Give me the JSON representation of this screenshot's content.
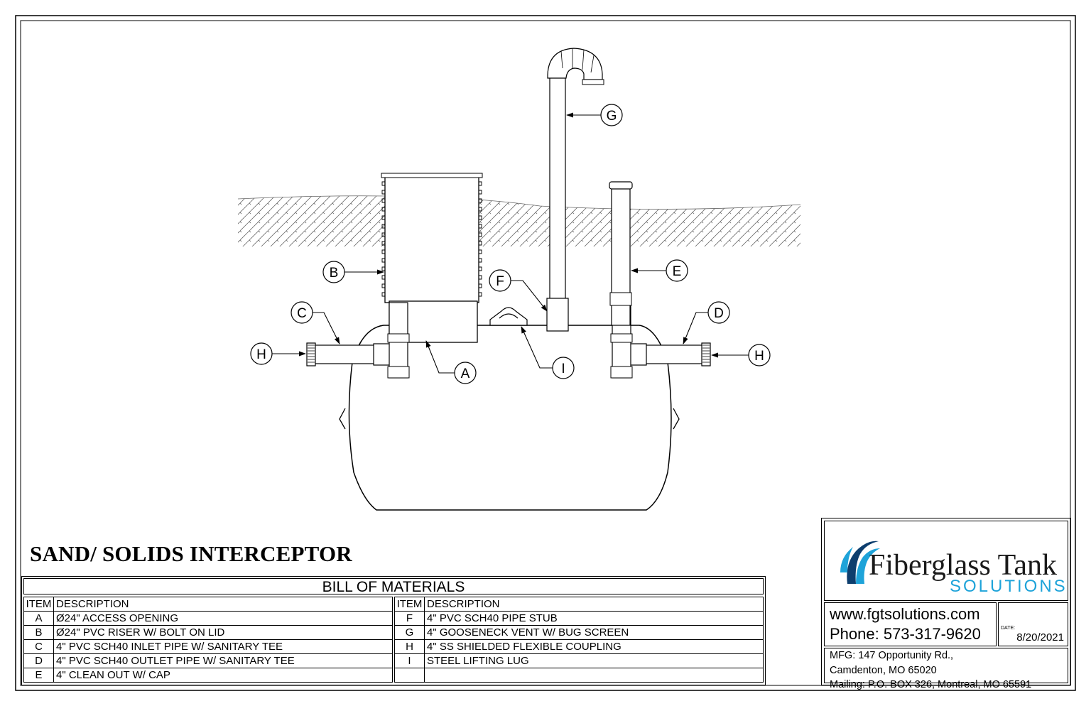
{
  "drawing": {
    "title": "SAND/ SOLIDS INTERCEPTOR",
    "callouts": [
      "A",
      "B",
      "C",
      "D",
      "E",
      "F",
      "G",
      "H",
      "I"
    ]
  },
  "bom": {
    "title": "BILL OF MATERIALS",
    "col_item": "ITEM",
    "col_desc": "DESCRIPTION",
    "left": [
      {
        "item": "A",
        "desc": "Ø24\" ACCESS OPENING"
      },
      {
        "item": "B",
        "desc": "Ø24\" PVC RISER W/ BOLT ON LID"
      },
      {
        "item": "C",
        "desc": "4\" PVC SCH40 INLET PIPE W/ SANITARY TEE"
      },
      {
        "item": "D",
        "desc": "4\" PVC SCH40 OUTLET PIPE W/ SANITARY TEE"
      },
      {
        "item": "E",
        "desc": "4\" CLEAN OUT W/ CAP"
      }
    ],
    "right": [
      {
        "item": "F",
        "desc": "4\" PVC SCH40 PIPE STUB"
      },
      {
        "item": "G",
        "desc": "4\" GOOSENECK VENT W/ BUG SCREEN"
      },
      {
        "item": "H",
        "desc": "4\" SS SHIELDED FLEXIBLE COUPLING"
      },
      {
        "item": "I",
        "desc": "STEEL LIFTING LUG"
      },
      {
        "item": "",
        "desc": ""
      }
    ]
  },
  "title_block": {
    "logo_main": "Fiberglass Tank",
    "logo_sub": "SOLUTIONS",
    "website": "www.fgtsolutions.com",
    "phone": "Phone: 573-317-9620",
    "date_label": "DATE:",
    "date": "8/20/2021",
    "address_line1": "MFG: 147 Opportunity Rd.,",
    "address_line2": "Camdenton, MO 65020",
    "address_line3": "Mailing: P.O. BOX 326, Montreal, MO 65591"
  },
  "colors": {
    "logo_blue": "#1ea3d9",
    "logo_navy": "#0d3e6e",
    "line": "#000000"
  }
}
